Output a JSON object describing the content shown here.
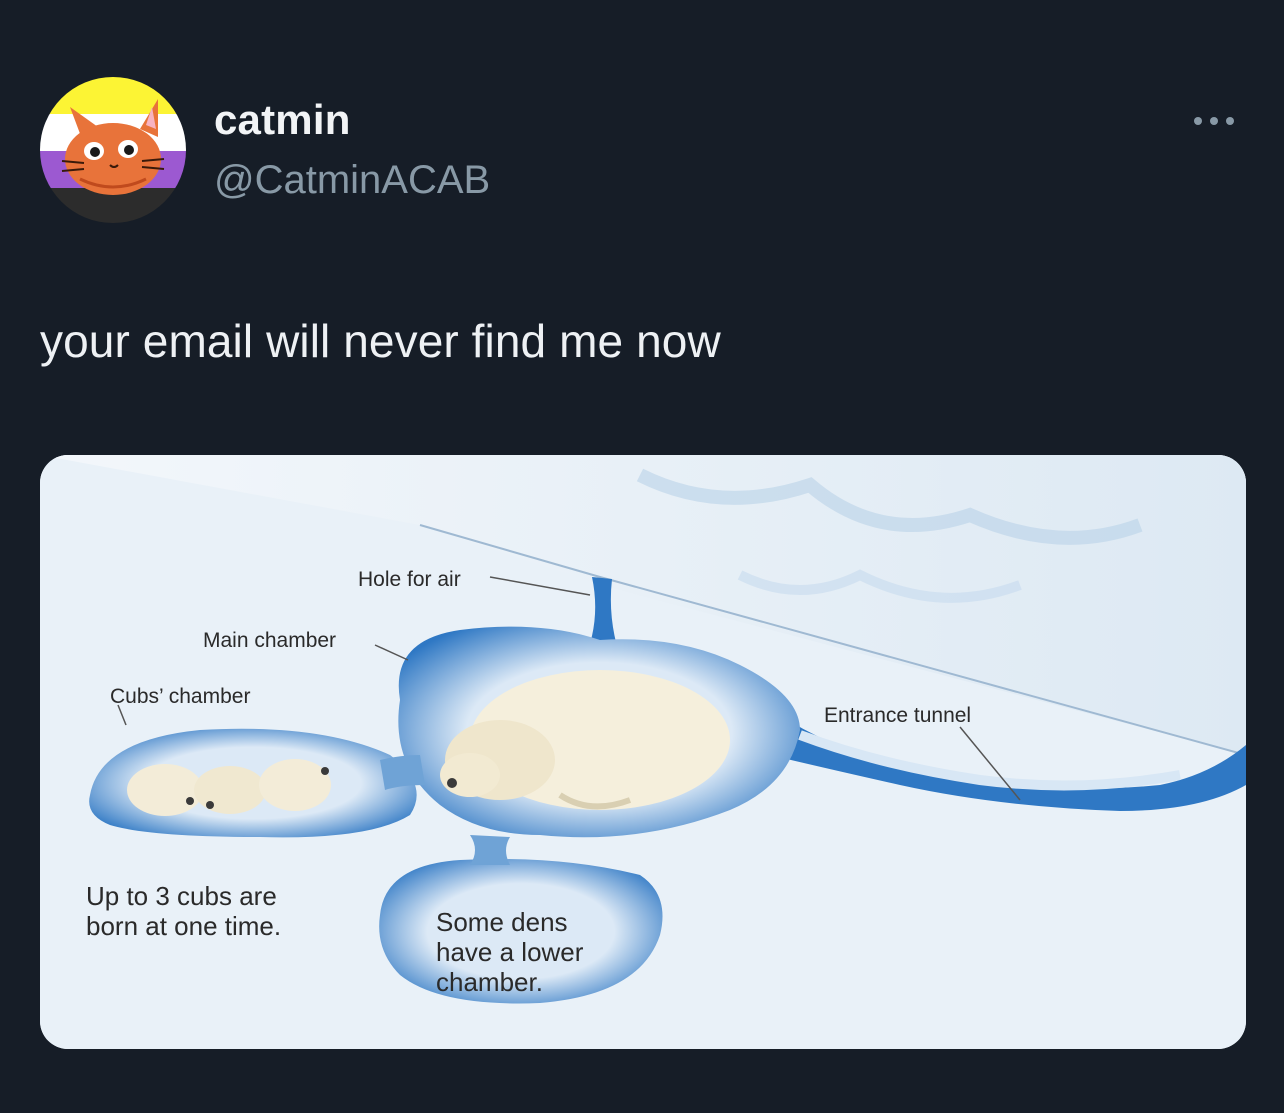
{
  "tweet": {
    "display_name": "catmin",
    "handle": "@CatminACAB",
    "more_icon": "ellipsis-icon",
    "text": "your email will never find me now"
  },
  "avatar": {
    "description_icon": "cat-avatar-icon",
    "flag_colors": [
      "#fcf434",
      "#ffffff",
      "#9c59d1",
      "#2c2c2c"
    ],
    "cat_color": "#e8733a"
  },
  "media": {
    "labels": {
      "hole_for_air": "Hole for air",
      "main_chamber": "Main chamber",
      "cubs_chamber": "Cubs’ chamber",
      "entrance_tunnel": "Entrance tunnel",
      "cubs_note_line1": "Up to 3 cubs are",
      "cubs_note_line2": "born at one time.",
      "lower_note_line1": "Some dens",
      "lower_note_line2": "have a lower",
      "lower_note_line3": "chamber."
    },
    "colors": {
      "snow": "#e9f1f8",
      "tunnel_blue": "#2f78c4",
      "light_blue": "#bfd8ef"
    }
  }
}
